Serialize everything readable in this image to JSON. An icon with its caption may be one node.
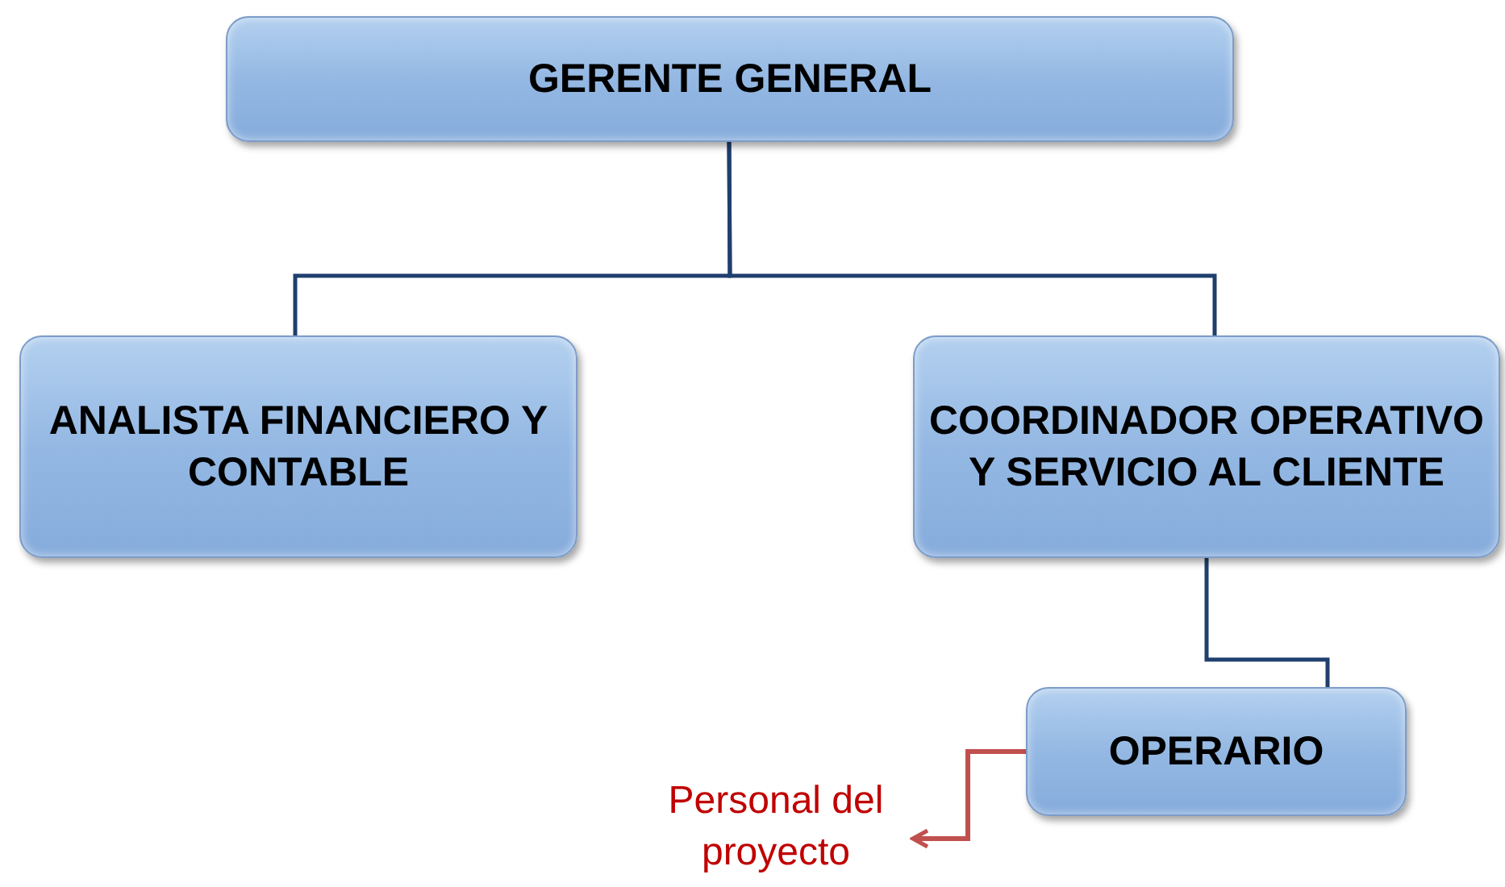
{
  "diagram": {
    "nodes": [
      {
        "text": [
          "GERENTE GENERAL"
        ]
      },
      {
        "text": [
          "ANALISTA FINANCIERO Y CONTABLE"
        ]
      },
      {
        "text": [
          "COORDINADOR OPERATIVO Y SERVICIO AL CLIENTE"
        ]
      },
      {
        "text": [
          "OPERARIO"
        ]
      },
      {
        "text": [
          "Personal del proyecto"
        ]
      }
    ],
    "edges": [
      {
        "from": 0,
        "to": 1,
        "arrow": "none"
      },
      {
        "from": 0,
        "to": 2,
        "arrow": "none"
      },
      {
        "from": 2,
        "to": 3,
        "arrow": "none"
      },
      {
        "from": 3,
        "to": 4,
        "arrow": "to",
        "color": "#c0504d"
      }
    ]
  }
}
